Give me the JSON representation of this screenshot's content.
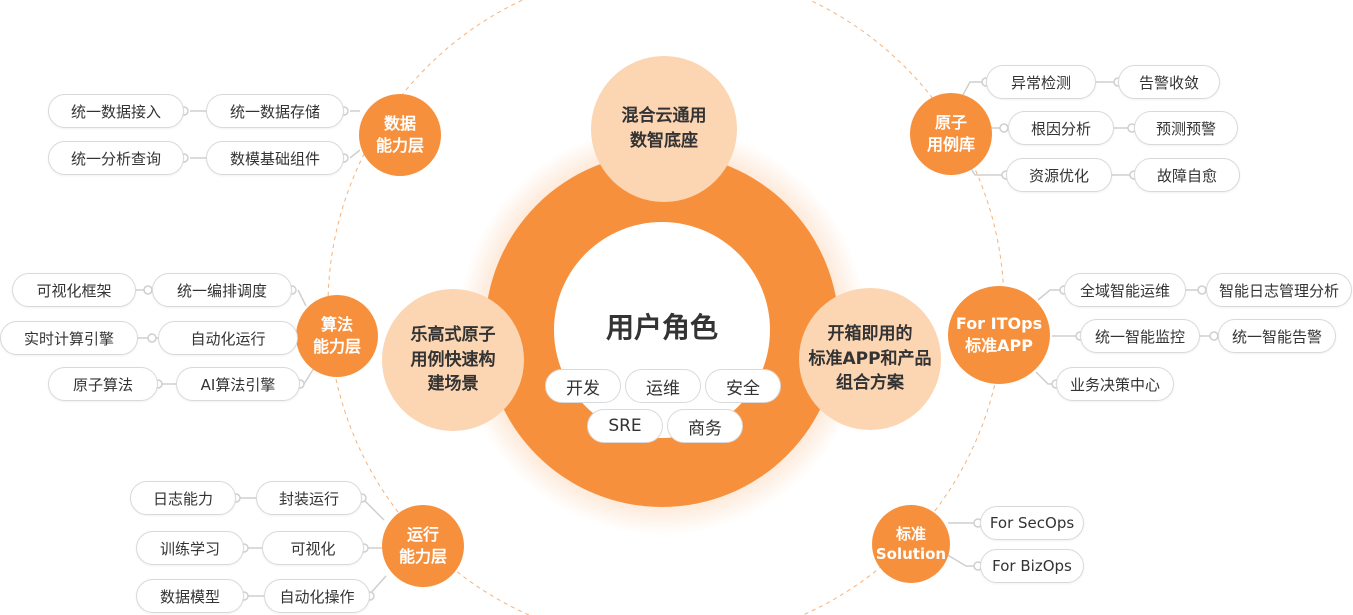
{
  "center": {
    "title": "用户角色",
    "roles": [
      "开发",
      "运维",
      "安全",
      "SRE",
      "商务"
    ]
  },
  "top_node": {
    "lines": [
      "混合云通用",
      "数智底座"
    ]
  },
  "left_node": {
    "lines": [
      "乐高式原子",
      "用例快速构",
      "建场景"
    ]
  },
  "right_node": {
    "lines": [
      "开箱即用的",
      "标准APP和产品",
      "组合方案"
    ]
  },
  "groups": {
    "data_layer": {
      "title": [
        "数据",
        "能力层"
      ],
      "items": [
        "统一数据接入",
        "统一数据存储",
        "统一分析查询",
        "数模基础组件"
      ]
    },
    "algo_layer": {
      "title": [
        "算法",
        "能力层"
      ],
      "items": [
        "可视化框架",
        "统一编排调度",
        "实时计算引擎",
        "自动化运行",
        "原子算法",
        "AI算法引擎"
      ]
    },
    "run_layer": {
      "title": [
        "运行",
        "能力层"
      ],
      "items": [
        "日志能力",
        "封装运行",
        "训练学习",
        "可视化",
        "数据模型",
        "自动化操作"
      ]
    },
    "atomic_lib": {
      "title": [
        "原子",
        "用例库"
      ],
      "items": [
        "异常检测",
        "告警收敛",
        "根因分析",
        "预测预警",
        "资源优化",
        "故障自愈"
      ]
    },
    "itops": {
      "title": [
        "For ITOps",
        "标准APP"
      ],
      "items": [
        "全域智能运维",
        "智能日志管理分析",
        "统一智能监控",
        "统一智能告警",
        "业务决策中心"
      ]
    },
    "solution": {
      "title": [
        "标准",
        "Solution"
      ],
      "items": [
        "For SecOps",
        "For BizOps"
      ]
    }
  },
  "colors": {
    "orange": "#f7903d",
    "peach": "#fcd5b2",
    "dashed": "#f5b27a",
    "connector": "#cfcfcf"
  }
}
